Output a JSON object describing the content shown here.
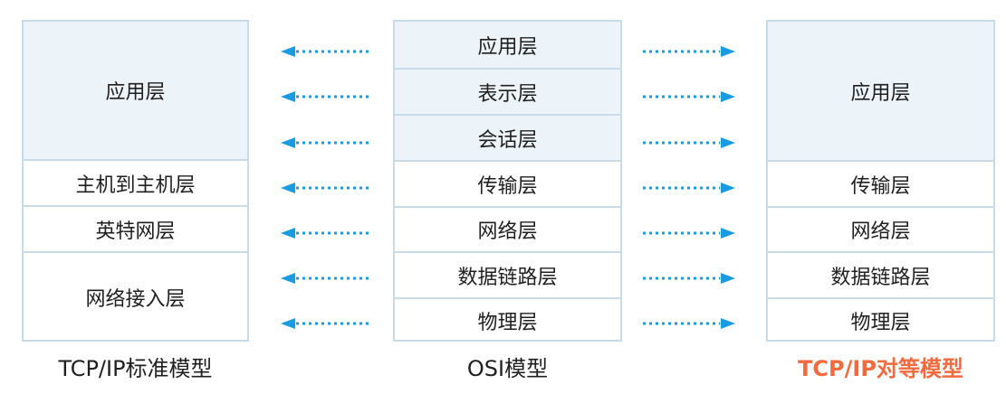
{
  "left_model": {
    "caption": "TCP/IP标准模型",
    "layers": [
      "应用层",
      "主机到主机层",
      "英特网层",
      "网络接入层"
    ]
  },
  "center_model": {
    "caption": "OSI模型",
    "layers": [
      "应用层",
      "表示层",
      "会话层",
      "传输层",
      "网络层",
      "数据链路层",
      "物理层"
    ]
  },
  "right_model": {
    "caption": "TCP/IP对等模型",
    "layers": [
      "应用层",
      "传输层",
      "网络层",
      "数据链路层",
      "物理层"
    ]
  },
  "colors": {
    "border": "#c9dbe9",
    "shade": "#ecf4fa",
    "arrow": "#1a9ae0",
    "highlight_caption": "#f26a3d"
  }
}
